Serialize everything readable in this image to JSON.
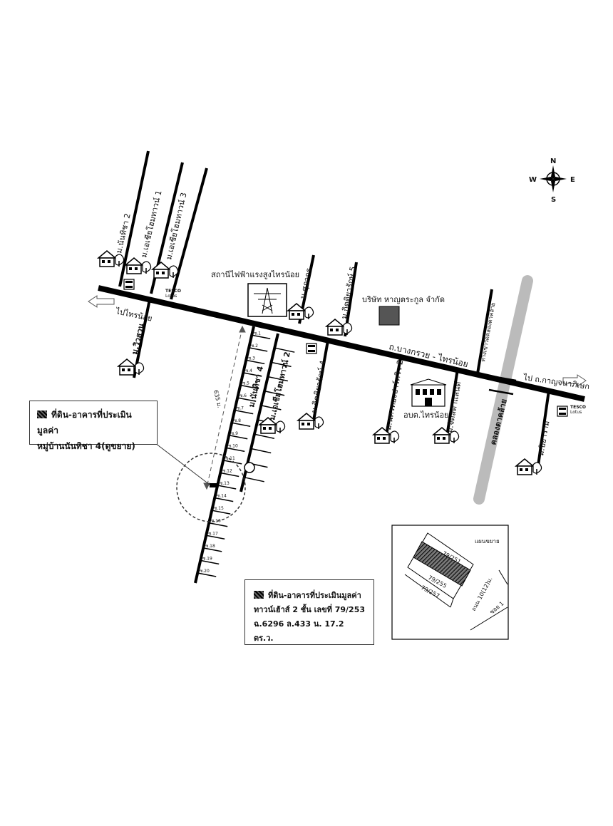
{
  "compass": {
    "n": "N",
    "s": "S",
    "e": "E",
    "w": "W"
  },
  "roads": {
    "main": "ถ.บางกรวย - ไทรน้อย",
    "to_west": "ไปไทรน้อย",
    "to_east": "ไป ถ.กาญจนาภิเษก",
    "canal": "คลองตาคล้าย",
    "temple_road": "ทางเข้าวัดคลองตาคล้าย"
  },
  "villages": {
    "v_nanticha2": "ม.นันทิชา 2",
    "v_chersiam1": "ม.เอเชียโฮมทาวน์ 1",
    "v_chersiam3": "ม.เอเชียโฮมทาวน์ 3",
    "v_wiwat": "ม.วิวสวน",
    "v_supakorn": "ม.ศุภากร",
    "v_kittiya5": "ม.กิตติยารักษ์ 5",
    "v_kittiya4": "ม.กิตติยารักษ์ 4",
    "v_nanticha4": "ม.นันทิชา 4",
    "v_chersiam2": "ม.เอเชียโฮมทาวน์ 2",
    "v_nakhon2": "ม.นครทองปาร์ควิว 2",
    "v_jitlada": "ม.จิตลดาแลนด์",
    "v_piyaram": "ม.ปิยาราม"
  },
  "landmarks": {
    "power_station": "สถานีไฟฟ้าแรงสูงไทรน้อย",
    "company": "บริษัท หาญตระกูล จำกัด",
    "sao": "อบต.ไทรน้อย",
    "distance": "635 ม.",
    "tesco": "TESCO",
    "lotus": "Lotus",
    "seven": "7"
  },
  "soi": [
    "ซ.1",
    "ซ.2",
    "ซ.3",
    "ซ.4",
    "ซ.5",
    "ซ.6",
    "ซ.7",
    "ซ.8",
    "ซ.9",
    "ซ.10",
    "ซ.11",
    "ซ.12",
    "ซ.13",
    "ซ.14",
    "ซ.15",
    "ซ.16",
    "ซ.17",
    "ซ.18",
    "ซ.19",
    "ซ.20"
  ],
  "legend_top": {
    "line1": "ที่ดิน-อาคารที่ประเมินมูลค่า",
    "line2": "หมู่บ้านนันทิชา 4(ดูขยาย)"
  },
  "legend_bottom": {
    "line1": "ที่ดิน-อาคารที่ประเมินมูลค่า",
    "line2": "ทาวน์เฮ้าส์ 2 ชั้น  เลขที่ 79/253",
    "line3": "ฉ.6296  ล.433  น. 17.2 ตร.ว."
  },
  "inset": {
    "title": "แผนขยาย",
    "lot_a": "79/251",
    "lot_b": "79/255",
    "lot_c": "79/257",
    "road_a": "ถนน 10(12)ม.",
    "road_b": "ซอย 1"
  }
}
